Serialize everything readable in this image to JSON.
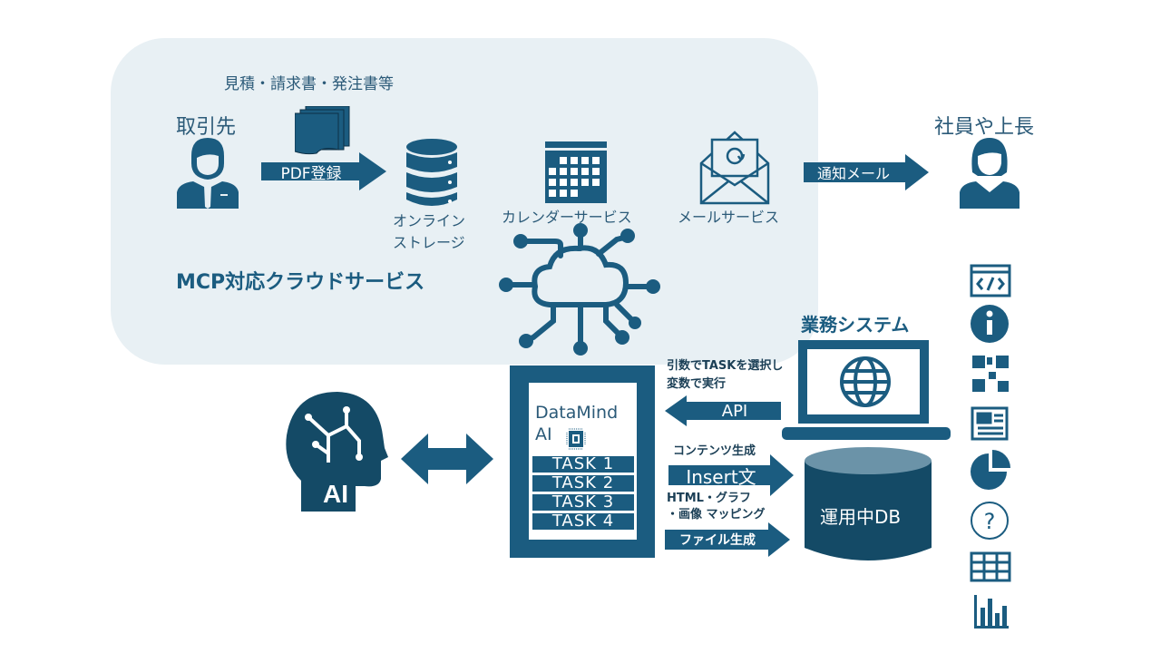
{
  "colors": {
    "primary": "#1b5c80",
    "dark": "#144a66",
    "panel": "#e8f0f4"
  },
  "cloud_panel": {
    "title": "MCP対応クラウドサービス",
    "documents_label": "見積・請求書・発注書等",
    "partner": "取引先",
    "pdf_arrow": "PDF登録",
    "storage_line1": "オンライン",
    "storage_line2": "ストレージ",
    "calendar": "カレンダーサービス",
    "mail": "メールサービス"
  },
  "notify": {
    "arrow": "通知メール",
    "recipient": "社員や上長"
  },
  "datamind": {
    "title_line1": "DataMind",
    "title_line2": "AI",
    "tasks": [
      "TASK 1",
      "TASK 2",
      "TASK 3",
      "TASK 4"
    ]
  },
  "ai_head": {
    "label": "AI"
  },
  "business": {
    "title": "業務システム",
    "note_line1": "引数でTASKを選択し",
    "note_line2": "変数で実行",
    "api_arrow": "API"
  },
  "db_flow": {
    "content_label": "コンテンツ生成",
    "insert_arrow": "Insert文",
    "html_line1": "HTML・グラフ",
    "html_line2": "・画像 マッピング",
    "file_arrow": "ファイル生成",
    "db_label": "運用中DB"
  },
  "side_icons": [
    "code-window-icon",
    "info-icon",
    "qr-code-icon",
    "newspaper-icon",
    "pie-chart-icon",
    "question-icon",
    "table-icon",
    "bar-chart-icon"
  ]
}
